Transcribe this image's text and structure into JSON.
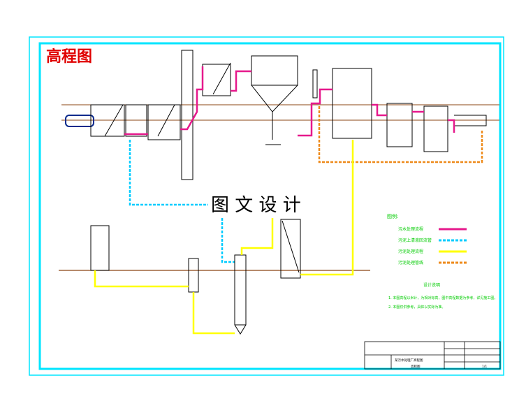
{
  "title": "高程图",
  "watermark": "图 文 设 计",
  "colors": {
    "frame": "#00e5ff",
    "title": "#e00000",
    "sewage": "#e6198c",
    "reclaimed": "#00ccff",
    "sludge": "#ffff00",
    "backwash": "#ee8a1a",
    "label": "#00cc00",
    "structure": "#000000",
    "ground": "#8b4513"
  },
  "legend": {
    "heading": "图例:",
    "items": [
      {
        "label": "污水处理流程",
        "color": "#e6198c"
      },
      {
        "label": "污泥上清液回流管",
        "color": "#00ccff"
      },
      {
        "label": "污泥处理流程",
        "color": "#ffff00"
      },
      {
        "label": "污泥处理管线",
        "color": "#ee8a1a"
      }
    ]
  },
  "notes": {
    "heading": "设计说明",
    "lines": [
      "1. 本图高程以米计，为相对标高，图中高程数据为参考，详见施工图。",
      "2. 本图仅供参考，具体以实际为准。"
    ]
  },
  "title_block": {
    "project": "某污水处理厂高程图",
    "drawing": "高程图",
    "sheet": "1/1"
  }
}
